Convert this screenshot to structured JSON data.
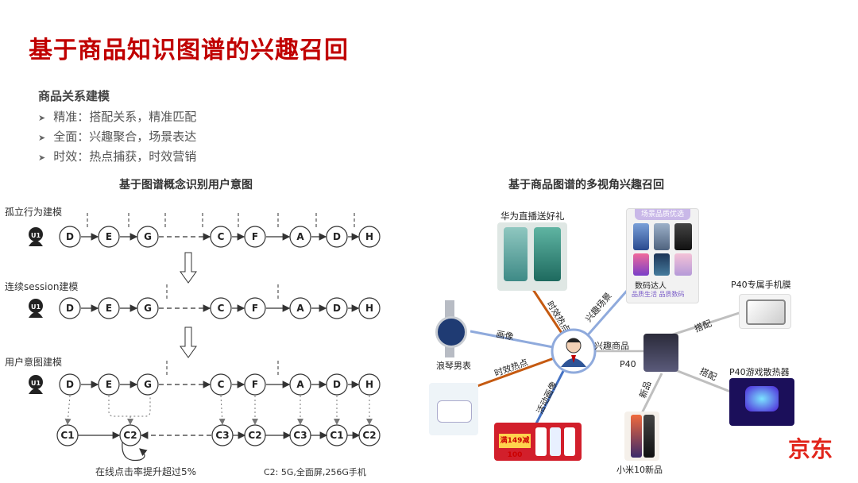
{
  "page": {
    "title": "基于商品知识图谱的兴趣召回",
    "section_title": "商品关系建模",
    "bullets": [
      "精准：搭配关系，精准匹配",
      "全面：兴趣聚合，场景表达",
      "时效：热点捕获，时效营销"
    ]
  },
  "left": {
    "caption": "基于图谱概念识别用户意图",
    "rows": [
      {
        "label": "孤立行为建模",
        "nodes": [
          "D",
          "E",
          "G",
          "C",
          "F",
          "A",
          "D",
          "H"
        ]
      },
      {
        "label": "连续session建模",
        "nodes": [
          "D",
          "E",
          "G",
          "C",
          "F",
          "A",
          "D",
          "H"
        ]
      },
      {
        "label": "用户意图建模",
        "nodes": [
          "D",
          "E",
          "G",
          "C",
          "F",
          "A",
          "D",
          "H"
        ]
      }
    ],
    "user_tag": "U1",
    "concept_nodes": [
      "C1",
      "C2",
      "C3",
      "C2",
      "C3",
      "C1",
      "C2"
    ],
    "note_ctr": "在线点击率提升超过5%",
    "note_c2": "C2: 5G,全面屏,256G手机"
  },
  "right": {
    "caption": "基于商品图谱的多视角兴趣召回",
    "center_label": "兴趣商品",
    "hub_label": "P40",
    "items": {
      "huawei": "华为直播送好礼",
      "scene_badge": "场景品质优选",
      "digital": "数码达人",
      "digital_sub": "品质生活 品质数码",
      "watch": "浪琴男表",
      "film": "P40专属手机膜",
      "cooler": "P40游戏散热器",
      "mi10": "小米10新品",
      "promo": "满149减100"
    },
    "edges": {
      "timely_1": "时效热点",
      "interest_scene": "兴趣场景",
      "portrait": "画像",
      "timely_2": "时效热点",
      "activity": "活动画像",
      "match_1": "搭配",
      "match_2": "搭配",
      "new": "新品"
    },
    "brand": "京东"
  },
  "colors": {
    "title_red": "#c00000",
    "edge_orange": "#c55a11",
    "edge_blue": "#8faadc",
    "edge_gray": "#bfbfbf",
    "brand_red": "#e1251b"
  }
}
